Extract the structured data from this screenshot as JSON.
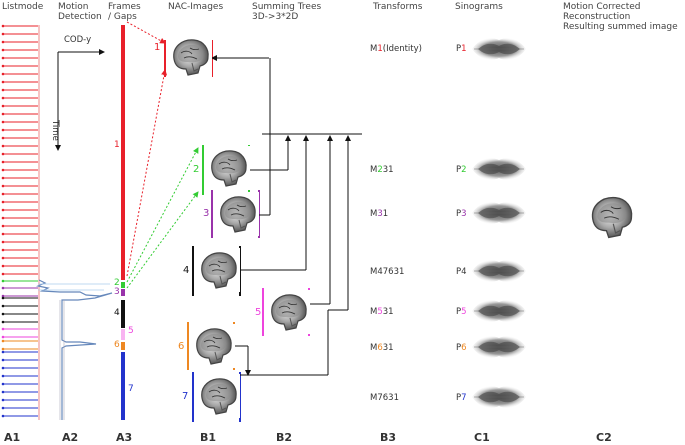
{
  "headers": {
    "listmode": "Listmode",
    "motion_detection": [
      "Motion",
      "Detection"
    ],
    "frames_gaps": [
      "Frames",
      "/ Gaps"
    ],
    "nac_images": "NAC-Images",
    "summing_trees": [
      "Summing Trees",
      "3D->3*2D"
    ],
    "transforms": "Transforms",
    "sinograms": "Sinograms",
    "mc_recon": [
      "Motion Corrected",
      "Reconstruction",
      "Resulting summed image"
    ]
  },
  "cod_label": "COD-y",
  "time_label": "Time",
  "column_labels": [
    "A1",
    "A2",
    "A3",
    "B1",
    "B2",
    "B3",
    "C1",
    "C2"
  ],
  "frames": [
    {
      "num": "1",
      "color": "#e8202a"
    },
    {
      "num": "2",
      "color": "#33cc33"
    },
    {
      "num": "3",
      "color": "#9933aa"
    },
    {
      "num": "4",
      "color": "#111111"
    },
    {
      "num": "5",
      "color": "#ee44dd"
    },
    {
      "num": "6",
      "color": "#ee8822"
    },
    {
      "num": "7",
      "color": "#2233cc"
    }
  ],
  "transforms": [
    {
      "prefix": "M",
      "digit": "1",
      "suffix": "(Identity)",
      "color": "#e8202a"
    },
    {
      "prefix": "M",
      "digit": "2",
      "suffix": "31",
      "color": "#33cc33"
    },
    {
      "prefix": "M",
      "digit": "3",
      "suffix": "1",
      "color": "#9933aa"
    },
    {
      "prefix": "M",
      "digit": "4",
      "suffix": "7631",
      "color": "#333333"
    },
    {
      "prefix": "M",
      "digit": "5",
      "suffix": "31",
      "color": "#ee44dd"
    },
    {
      "prefix": "M",
      "digit": "6",
      "suffix": "31",
      "color": "#ee8822"
    },
    {
      "prefix": "M",
      "digit": "7",
      "suffix": "631",
      "color": "#333333"
    }
  ],
  "sinograms": [
    {
      "prefix": "P",
      "digit": "1",
      "color": "#e8202a"
    },
    {
      "prefix": "P",
      "digit": "2",
      "color": "#33cc33"
    },
    {
      "prefix": "P",
      "digit": "3",
      "color": "#9933aa"
    },
    {
      "prefix": "P",
      "digit": "4",
      "color": "#333333"
    },
    {
      "prefix": "P",
      "digit": "5",
      "color": "#ee44dd"
    },
    {
      "prefix": "P",
      "digit": "6",
      "color": "#ee8822"
    },
    {
      "prefix": "P",
      "digit": "7",
      "color": "#2233cc"
    }
  ]
}
